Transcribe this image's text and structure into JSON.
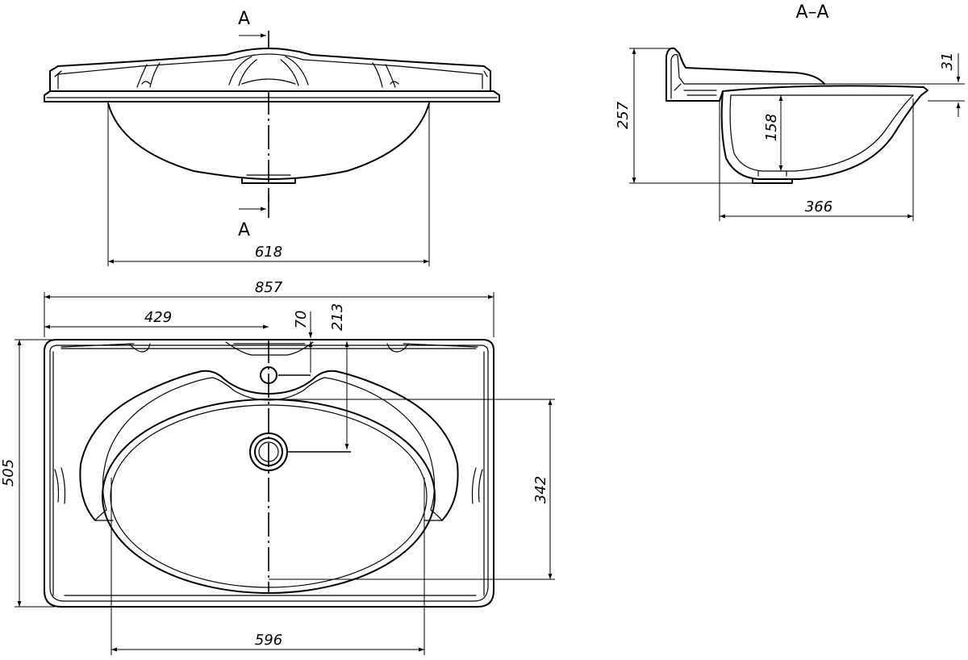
{
  "section": {
    "marker": "A",
    "title": "A–A"
  },
  "dimensions": {
    "front_basin_width": "618",
    "overall_width": "857",
    "tap_hole_offset": "429",
    "tap_hole_to_edge": "70",
    "drain_to_edge": "213",
    "overall_depth": "505",
    "bowl_depth": "342",
    "bowl_width": "596",
    "section_height": "257",
    "rim_height": "31",
    "bowl_inner_depth": "158",
    "section_bowl_width": "366"
  }
}
